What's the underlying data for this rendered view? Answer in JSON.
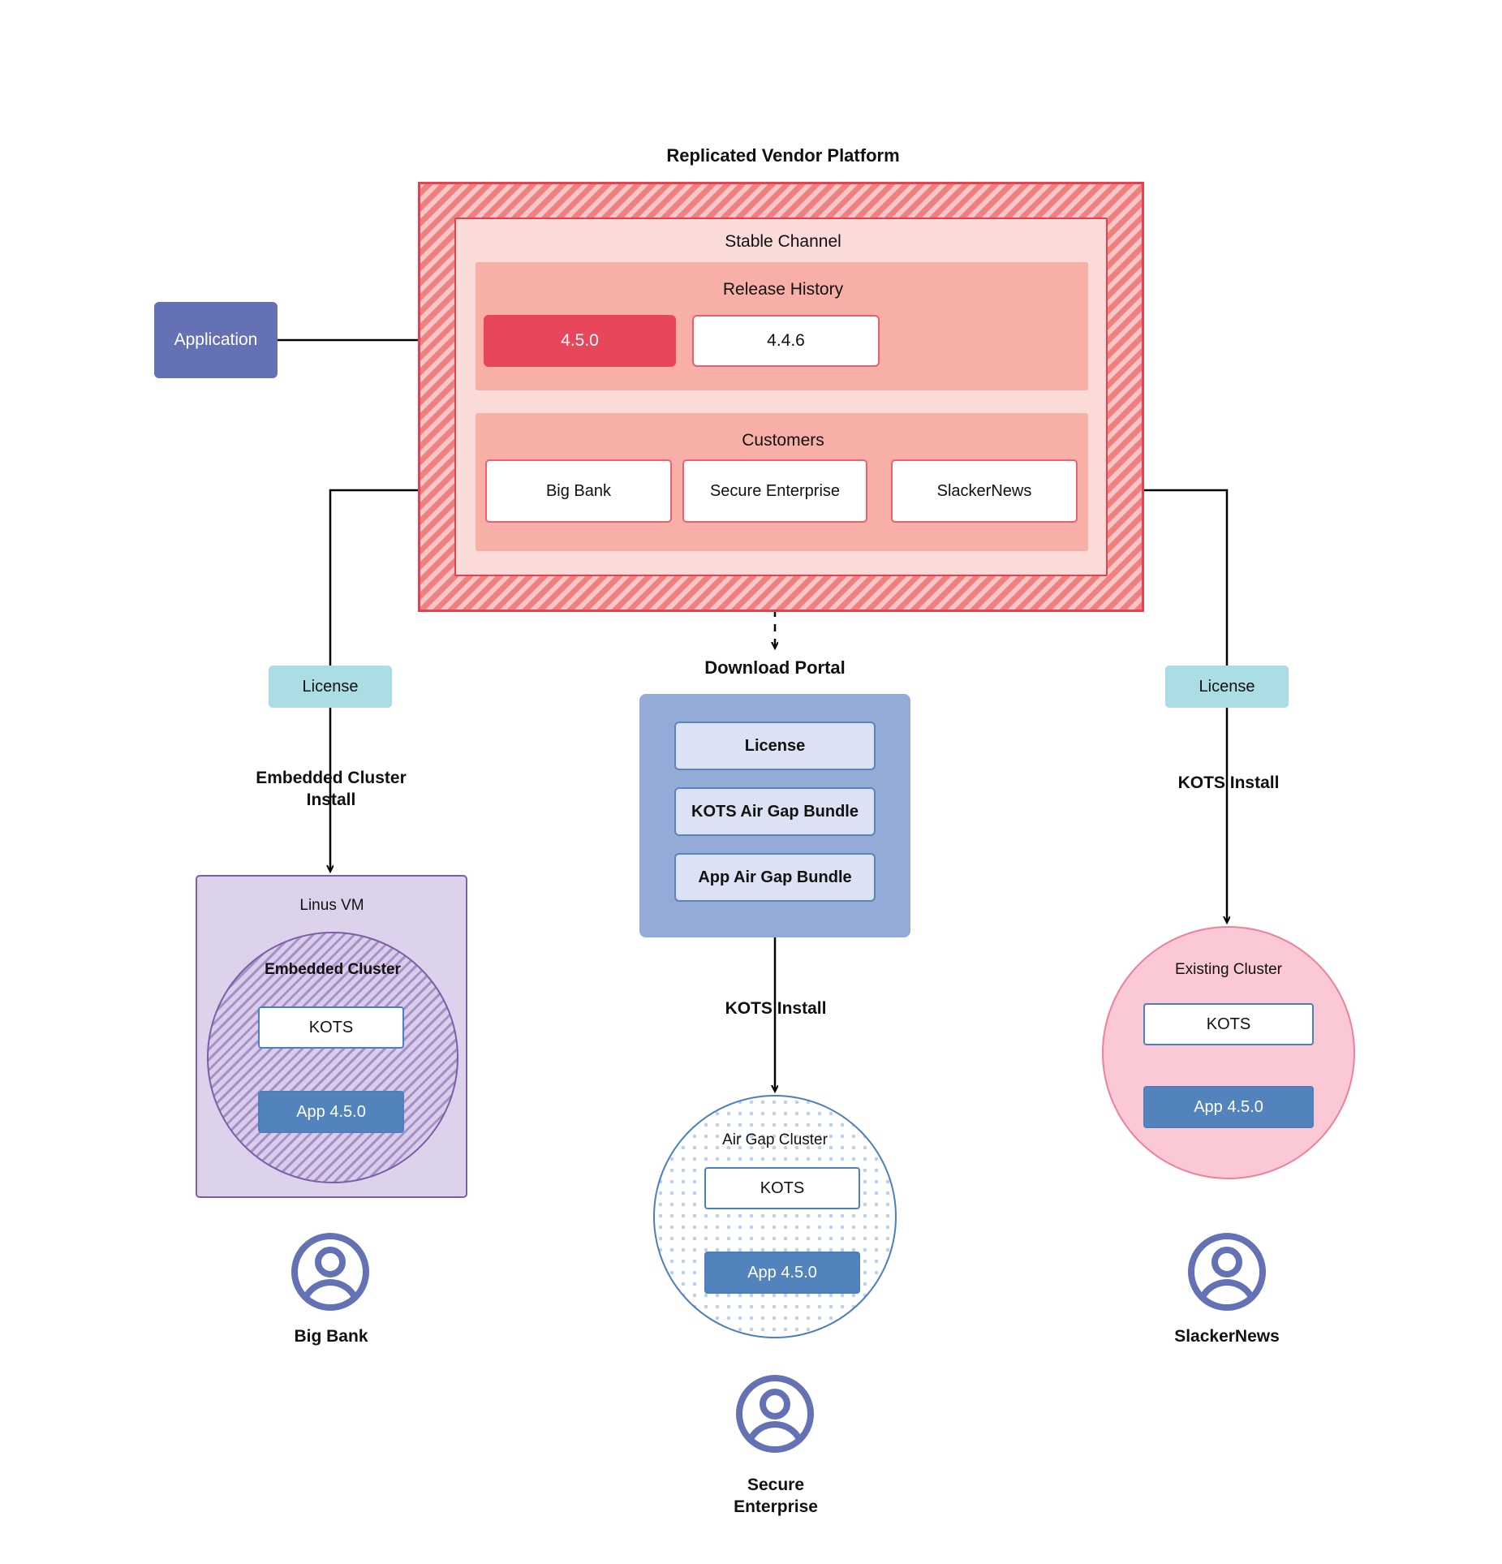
{
  "diagram": {
    "title": "Replicated Vendor Platform",
    "application_label": "Application",
    "stable_channel_label": "Stable Channel",
    "release_history": {
      "label": "Release History",
      "releases": [
        {
          "version": "4.5.0",
          "state": "current"
        },
        {
          "version": "4.4.6",
          "state": "previous"
        }
      ]
    },
    "customers": {
      "label": "Customers",
      "items": [
        {
          "name": "Big Bank"
        },
        {
          "name": "Secure\nEnterprise"
        },
        {
          "name": "SlackerNews"
        }
      ]
    },
    "branches": {
      "left": {
        "license_label": "License",
        "install_label": "Embedded Cluster\nInstall",
        "vm_label": "Linus VM",
        "cluster_label": "Embedded Cluster",
        "kots_label": "KOTS",
        "app_label": "App 4.5.0",
        "customer_label": "Big Bank"
      },
      "center": {
        "portal_label": "Download  Portal",
        "portal_items": [
          "License",
          "KOTS Air Gap Bundle",
          "App Air Gap Bundle"
        ],
        "install_label": "KOTS Install",
        "cluster_label": "Air Gap Cluster",
        "kots_label": "KOTS",
        "app_label": "App 4.5.0",
        "customer_label": "Secure\nEnterprise"
      },
      "right": {
        "license_label": "License",
        "install_label": "KOTS Install",
        "cluster_label": "Existing Cluster",
        "kots_label": "KOTS",
        "app_label": "App 4.5.0",
        "customer_label": "SlackerNews"
      }
    },
    "colors": {
      "platform_fill": "#f08080",
      "platform_border": "#e8404f",
      "stable_channel_fill": "#fadbd7",
      "panel_fill": "#f7afa7",
      "release_current": "#e8465a",
      "application_fill": "#6471b5",
      "license_fill": "#aadde4",
      "portal_fill": "#93abd6",
      "portal_item_fill": "#dbe2f3",
      "vm_fill": "#dcd2ec",
      "vm_border": "#7b5ea7",
      "airgap_border": "#4a7fc1",
      "existing_fill": "#fbc9d6",
      "existing_border": "#f07e9c",
      "app_fill": "#5283bd",
      "avatar_stroke": "#6471b5"
    }
  }
}
